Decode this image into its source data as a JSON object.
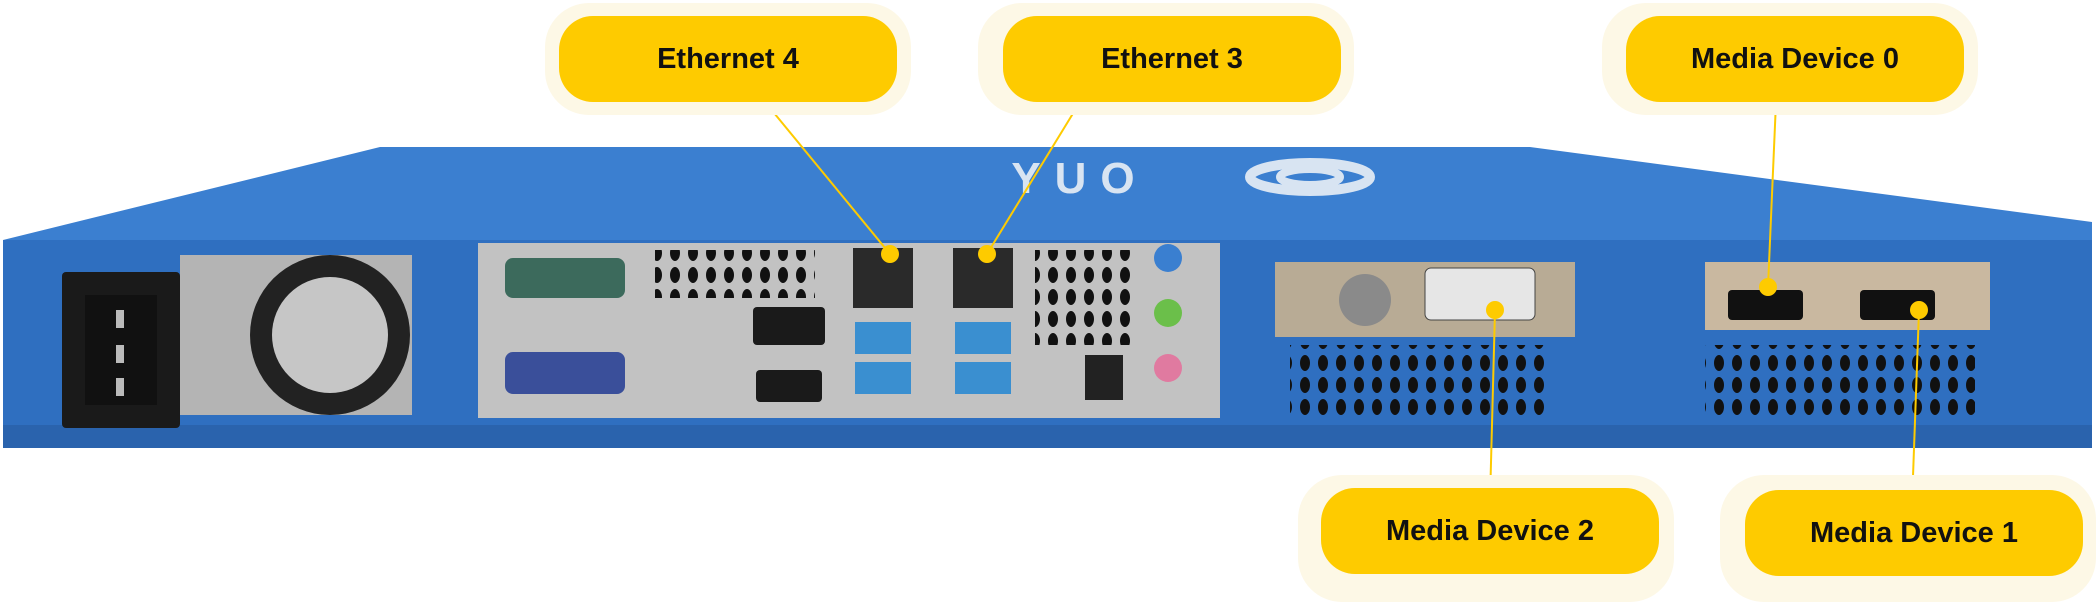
{
  "brand": "YUO",
  "colors": {
    "callout": "#fecb00",
    "chassis": "#2f6fc0",
    "leader": "#fecb00"
  },
  "callouts": [
    {
      "id": "ethernet-4",
      "label": "Ethernet 4"
    },
    {
      "id": "ethernet-3",
      "label": "Ethernet 3"
    },
    {
      "id": "media-device-0",
      "label": "Media Device 0"
    },
    {
      "id": "media-device-2",
      "label": "Media Device 2"
    },
    {
      "id": "media-device-1",
      "label": "Media Device 1"
    }
  ]
}
